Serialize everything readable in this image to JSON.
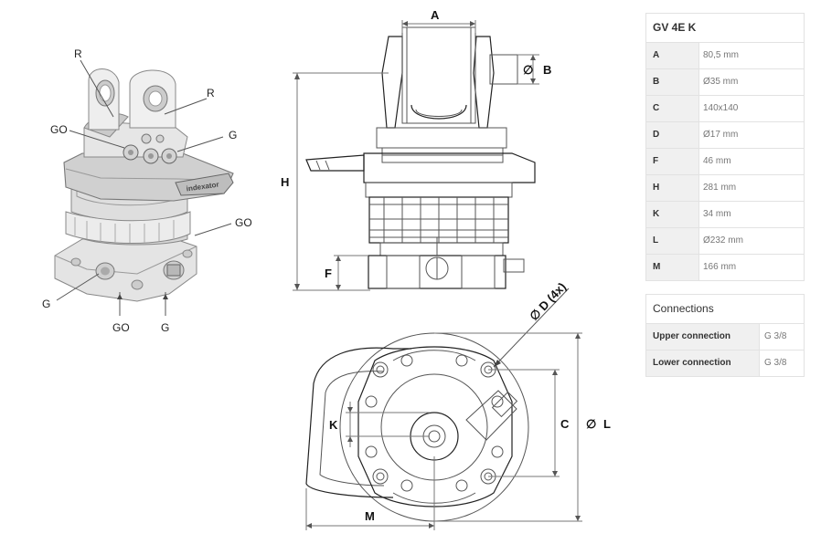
{
  "spec_table": {
    "title": "GV 4E K",
    "rows": [
      {
        "key": "A",
        "value": "80,5 mm"
      },
      {
        "key": "B",
        "value": "Ø35 mm"
      },
      {
        "key": "C",
        "value": "140x140"
      },
      {
        "key": "D",
        "value": "Ø17 mm"
      },
      {
        "key": "F",
        "value": "46 mm"
      },
      {
        "key": "H",
        "value": "281 mm"
      },
      {
        "key": "K",
        "value": "34 mm"
      },
      {
        "key": "L",
        "value": "Ø232 mm"
      },
      {
        "key": "M",
        "value": "166 mm"
      }
    ]
  },
  "connections": {
    "title": "Connections",
    "rows": [
      {
        "key": "Upper connection",
        "value": "G 3/8"
      },
      {
        "key": "Lower connection",
        "value": "G 3/8"
      }
    ]
  },
  "iso_view": {
    "labels": {
      "r_top": "R",
      "r_right": "R",
      "go_left": "GO",
      "g_upper": "G",
      "go_mid": "GO",
      "g_lower_left": "G",
      "go_bottom": "GO",
      "g_bottom": "G"
    },
    "brand": "indexator"
  },
  "side_view": {
    "labels": {
      "a": "A",
      "b": "B",
      "h": "H",
      "f": "F",
      "b_symbol": "∅"
    }
  },
  "top_view": {
    "labels": {
      "d": "∅ D (4x)",
      "k": "K",
      "c": "C",
      "l": "L",
      "l_symbol": "∅",
      "m": "M"
    }
  }
}
